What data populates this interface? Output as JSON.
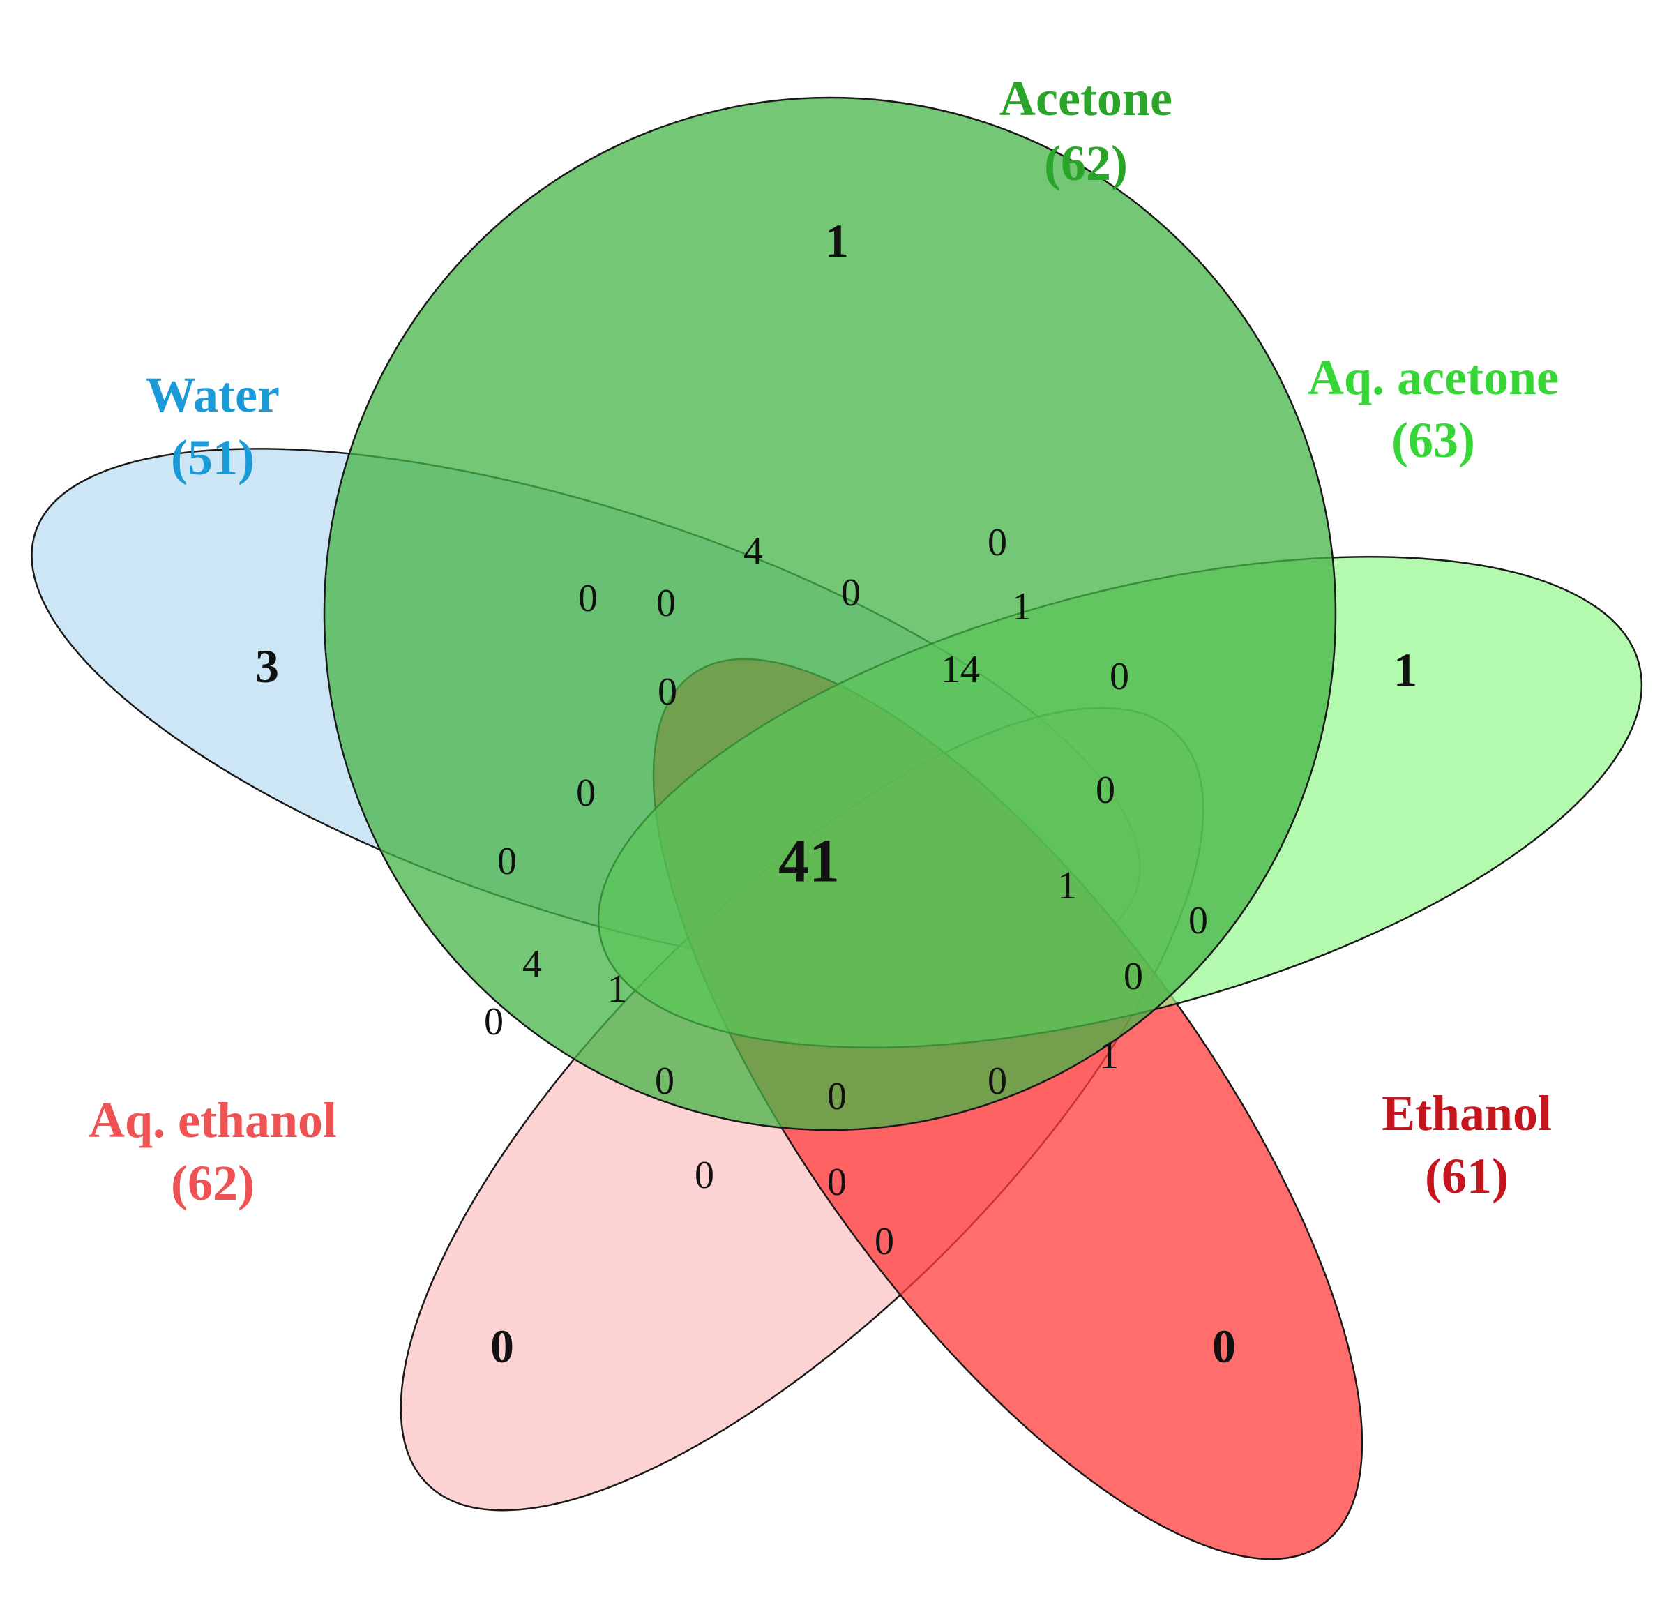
{
  "diagram": {
    "type": "venn-5",
    "sets": [
      {
        "id": "water",
        "name": "Water",
        "count": "(51)",
        "fill": "#c8e3f5",
        "label_color": "#1a9ad6"
      },
      {
        "id": "acetone",
        "name": "Acetone",
        "count": "(62)",
        "fill": "#45b445",
        "label_color": "#2aa52a"
      },
      {
        "id": "aq_acetone",
        "name": "Aq. acetone",
        "count": "(63)",
        "fill": "#94f88c",
        "label_color": "#36d636"
      },
      {
        "id": "ethanol",
        "name": "Ethanol",
        "count": "(61)",
        "fill": "#ff3c3c",
        "label_color": "#c4161c"
      },
      {
        "id": "aq_ethanol",
        "name": "Aq. ethanol",
        "count": "(62)",
        "fill": "#fcb4b4",
        "label_color": "#ef5252"
      }
    ],
    "regions": [
      {
        "id": "acetone_only",
        "value": "1"
      },
      {
        "id": "aq_acetone_only",
        "value": "1"
      },
      {
        "id": "water_only",
        "value": "3"
      },
      {
        "id": "aq_ethanol_only",
        "value": "0"
      },
      {
        "id": "ethanol_only",
        "value": "0"
      },
      {
        "id": "all_five",
        "value": "41"
      },
      {
        "id": "r_top_4",
        "value": "4"
      },
      {
        "id": "r_top_right_0",
        "value": "0"
      },
      {
        "id": "r_upper_left_0_a",
        "value": "0"
      },
      {
        "id": "r_upper_left_0_b",
        "value": "0"
      },
      {
        "id": "r_upper_center_0",
        "value": "0"
      },
      {
        "id": "r_upper_right_1",
        "value": "1"
      },
      {
        "id": "r_upper_14",
        "value": "14"
      },
      {
        "id": "r_right_0_a",
        "value": "0"
      },
      {
        "id": "r_left_mid_0",
        "value": "0"
      },
      {
        "id": "r_left_0_a",
        "value": "0"
      },
      {
        "id": "r_left_0_b",
        "value": "0"
      },
      {
        "id": "r_right_0_b",
        "value": "0"
      },
      {
        "id": "r_right_1_a",
        "value": "1"
      },
      {
        "id": "r_right_0_c",
        "value": "0"
      },
      {
        "id": "r_right_0_d",
        "value": "0"
      },
      {
        "id": "r_left_4",
        "value": "4"
      },
      {
        "id": "r_left_1",
        "value": "1"
      },
      {
        "id": "r_left_0_c",
        "value": "0"
      },
      {
        "id": "r_lower_right_1",
        "value": "1"
      },
      {
        "id": "r_lower_0_a",
        "value": "0"
      },
      {
        "id": "r_lower_0_b",
        "value": "0"
      },
      {
        "id": "r_lower_0_c",
        "value": "0"
      },
      {
        "id": "r_bottom_0_a",
        "value": "0"
      },
      {
        "id": "r_bottom_0_b",
        "value": "0"
      },
      {
        "id": "r_bottom_0_c",
        "value": "0"
      }
    ]
  }
}
